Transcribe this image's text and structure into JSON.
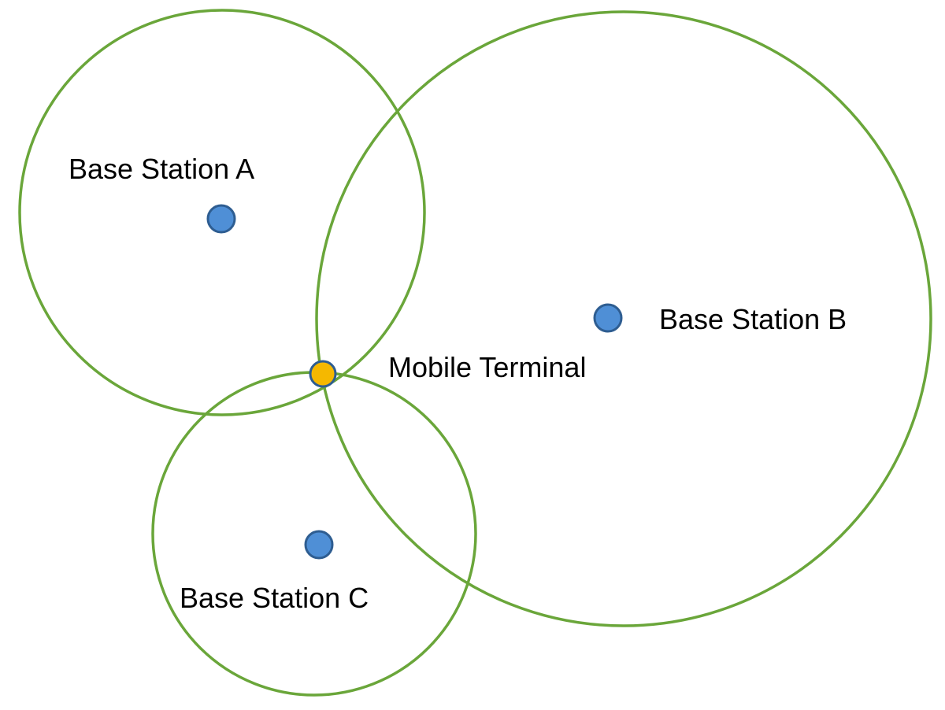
{
  "colors": {
    "background": "#ffffff",
    "range_circle": "#6aa63a",
    "station_fill": "#4f8fd6",
    "station_stroke": "#2e5d91",
    "terminal_fill": "#f5b800",
    "terminal_stroke": "#2e5d91",
    "label": "#000000"
  },
  "stations": {
    "a": {
      "label": "Base Station A"
    },
    "b": {
      "label": "Base Station B"
    },
    "c": {
      "label": "Base Station C"
    }
  },
  "terminal": {
    "label": "Mobile Terminal"
  }
}
